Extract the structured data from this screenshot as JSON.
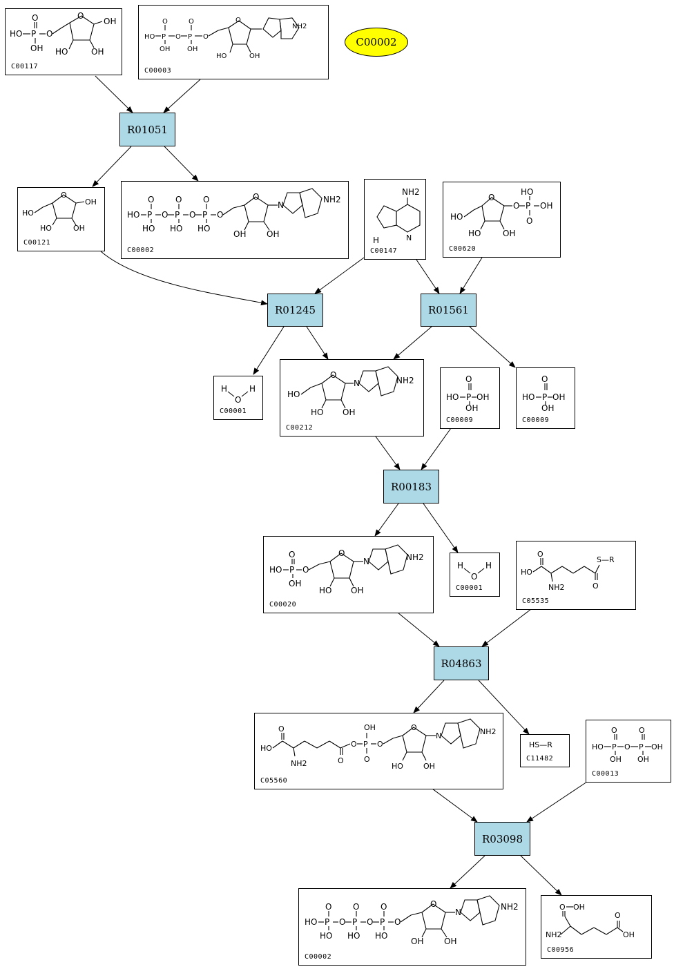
{
  "highlight": {
    "label": "C00002",
    "color": "#ffff00"
  },
  "reaction_color": "#add8e6",
  "reactions": {
    "r1": "R01051",
    "r2": "R01245",
    "r3": "R01561",
    "r4": "R00183",
    "r5": "R04863",
    "r6": "R03098"
  },
  "compounds": {
    "c00117": "C00117",
    "c00003": "C00003",
    "c00121": "C00121",
    "c00002_a": "C00002",
    "c00147": "C00147",
    "c00620": "C00620",
    "c00001_a": "C00001",
    "c00212": "C00212",
    "c00009_a": "C00009",
    "c00009_b": "C00009",
    "c00020": "C00020",
    "c00001_b": "C00001",
    "c05535": "C05535",
    "c05560": "C05560",
    "c11482": "C11482",
    "c00013": "C00013",
    "c00002_b": "C00002",
    "c00956": "C00956"
  },
  "atoms": {
    "ho": "HO",
    "oh": "OH",
    "p": "P",
    "o": "O",
    "h": "H",
    "n": "N",
    "nh2": "NH2",
    "hs_r": "HS—R",
    "s_r": "S—R"
  }
}
